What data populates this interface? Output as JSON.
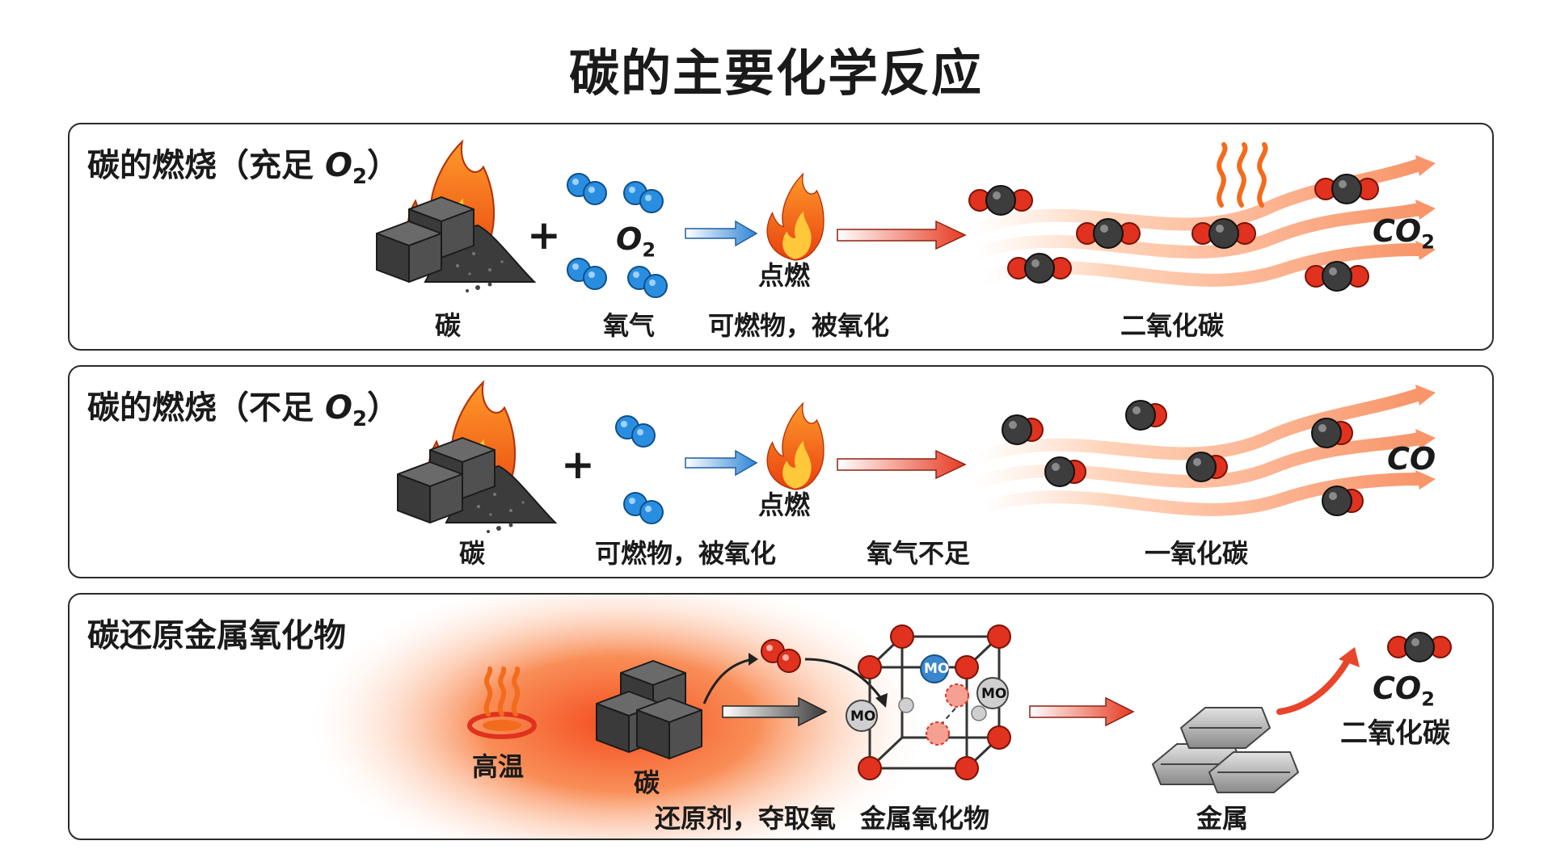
{
  "title": "碳的主要化学反应",
  "colors": {
    "flame": "#f36b1c",
    "oxygen_blue": "#2a8ee0",
    "oxygen_red": "#e0321e",
    "carbon_gray": "#3d3d3d",
    "metal": "#a8a8a8",
    "arrow_red": "#e8452a",
    "arrow_blue": "#3a8ed8"
  },
  "panel1": {
    "title": "碳的燃烧（充足 ",
    "title_o": "O",
    "title_sub": "2",
    "title_end": "）",
    "carbon_label": "碳",
    "plus": "+",
    "o2_text": "O",
    "o2_sub": "2",
    "oxygen_label": "氧气",
    "ignite_label": "点燃",
    "combustible_label": "可燃物，被氧化",
    "product_label": "二氧化碳",
    "product_formula": "CO",
    "product_sub": "2"
  },
  "panel2": {
    "title": "碳的燃烧（不足 ",
    "title_o": "O",
    "title_sub": "2",
    "title_end": "）",
    "carbon_label": "碳",
    "plus": "+",
    "ignite_label": "点燃",
    "combustible_label": "可燃物，被氧化",
    "insufficient_label": "氧气不足",
    "product_label": "一氧化碳",
    "product_formula": "CO"
  },
  "panel3": {
    "title": "碳还原金属氧化物",
    "heat_label": "高温",
    "carbon_label": "碳",
    "reducer_label": "还原剂，夺取氧",
    "oxide_label": "金属氧化物",
    "mo_text": "MO",
    "metal_label": "金属",
    "product_formula": "CO",
    "product_sub": "2",
    "product_label": "二氧化碳"
  }
}
